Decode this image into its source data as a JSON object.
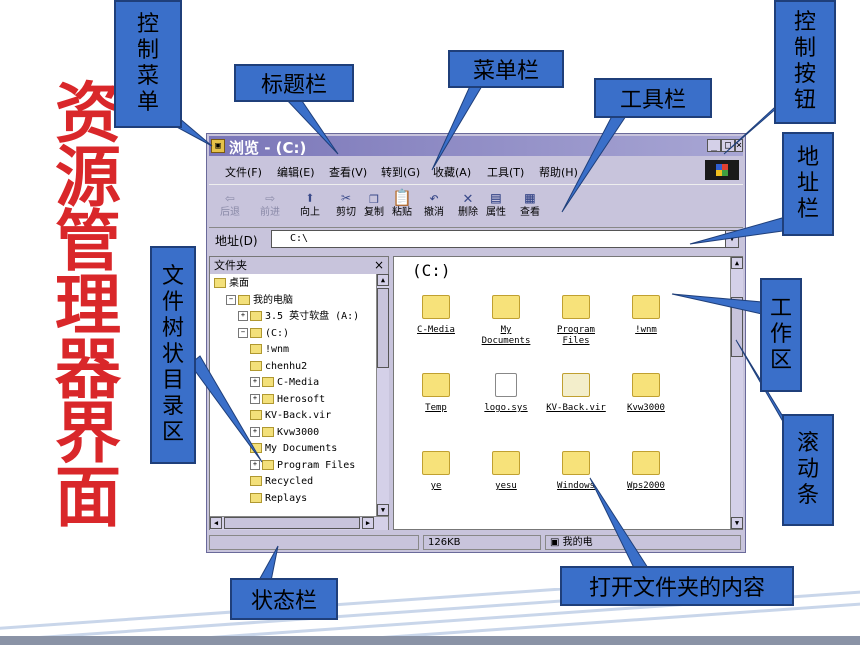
{
  "slide_title": [
    "资",
    "源",
    "管",
    "理",
    "器",
    "界",
    "面"
  ],
  "callouts": {
    "control_menu": [
      "控",
      "制",
      "菜",
      "单"
    ],
    "title_bar": "标题栏",
    "menu_bar": "菜单栏",
    "toolbar": "工具栏",
    "control_buttons": [
      "控",
      "制",
      "按",
      "钮"
    ],
    "address_bar": [
      "地",
      "址",
      "栏"
    ],
    "work_area": [
      "工",
      "作",
      "区"
    ],
    "scrollbar": [
      "滚",
      "动",
      "条"
    ],
    "folder_tree": [
      "文",
      "件",
      "树",
      "状",
      "目",
      "录",
      "区"
    ],
    "status_bar": "状态栏",
    "open_folder_contents": "打开文件夹的内容"
  },
  "window": {
    "title": "浏览 - (C:)",
    "menu": [
      "文件(F)",
      "编辑(E)",
      "查看(V)",
      "转到(G)",
      "收藏(A)",
      "工具(T)",
      "帮助(H)"
    ],
    "toolbar": [
      {
        "label": "后退",
        "icon": "back-arrow-icon",
        "glyph": "⇦"
      },
      {
        "label": "前进",
        "icon": "forward-arrow-icon",
        "glyph": "⇨"
      },
      {
        "label": "向上",
        "icon": "up-folder-icon",
        "glyph": "⬆"
      },
      {
        "label": "剪切",
        "icon": "scissors-icon",
        "glyph": "✂"
      },
      {
        "label": "复制",
        "icon": "copy-icon",
        "glyph": "❐"
      },
      {
        "label": "粘贴",
        "icon": "paste-icon",
        "glyph": "📋"
      },
      {
        "label": "撤消",
        "icon": "undo-icon",
        "glyph": "↶"
      },
      {
        "label": "删除",
        "icon": "delete-icon",
        "glyph": "✕"
      },
      {
        "label": "属性",
        "icon": "properties-icon",
        "glyph": "▤"
      },
      {
        "label": "查看",
        "icon": "view-icon",
        "glyph": "▦"
      }
    ],
    "address_label": "地址(D)",
    "address_value": "C:\\",
    "tree_header": "文件夹",
    "tree_close": "×",
    "tree": [
      {
        "label": "桌面",
        "level": 0,
        "expander": ""
      },
      {
        "label": "我的电脑",
        "level": 1,
        "expander": "−"
      },
      {
        "label": "3.5 英寸软盘 (A:)",
        "level": 2,
        "expander": "+"
      },
      {
        "label": "(C:)",
        "level": 2,
        "expander": "−"
      },
      {
        "label": "!wnm",
        "level": 3,
        "expander": ""
      },
      {
        "label": "chenhu2",
        "level": 3,
        "expander": ""
      },
      {
        "label": "C-Media",
        "level": 3,
        "expander": "+"
      },
      {
        "label": "Herosoft",
        "level": 3,
        "expander": "+"
      },
      {
        "label": "KV-Back.vir",
        "level": 3,
        "expander": ""
      },
      {
        "label": "Kvw3000",
        "level": 3,
        "expander": "+"
      },
      {
        "label": "My Documents",
        "level": 3,
        "expander": ""
      },
      {
        "label": "Program Files",
        "level": 3,
        "expander": "+"
      },
      {
        "label": "Recycled",
        "level": 3,
        "expander": ""
      },
      {
        "label": "Replays",
        "level": 3,
        "expander": ""
      }
    ],
    "content_title": "(C:)",
    "files": [
      {
        "label": "C-Media",
        "kind": "folder"
      },
      {
        "label": "My Documents",
        "kind": "folder"
      },
      {
        "label": "Program Files",
        "kind": "folder"
      },
      {
        "label": "!wnm",
        "kind": "folder"
      },
      {
        "label": "Temp",
        "kind": "folder"
      },
      {
        "label": "logo.sys",
        "kind": "doc"
      },
      {
        "label": "KV-Back.vir",
        "kind": "pale"
      },
      {
        "label": "Kvw3000",
        "kind": "folder"
      },
      {
        "label": "ye",
        "kind": "folder"
      },
      {
        "label": "yesu",
        "kind": "folder"
      },
      {
        "label": "Windows",
        "kind": "folder"
      },
      {
        "label": "Wps2000",
        "kind": "folder"
      }
    ],
    "status_size": "126KB",
    "status_location": "我的电"
  },
  "colors": {
    "title_red": "#d9272a",
    "callout_blue": "#3a6fc9",
    "window_face": "#c8c4dc",
    "titlebar": "#7a76b8"
  }
}
